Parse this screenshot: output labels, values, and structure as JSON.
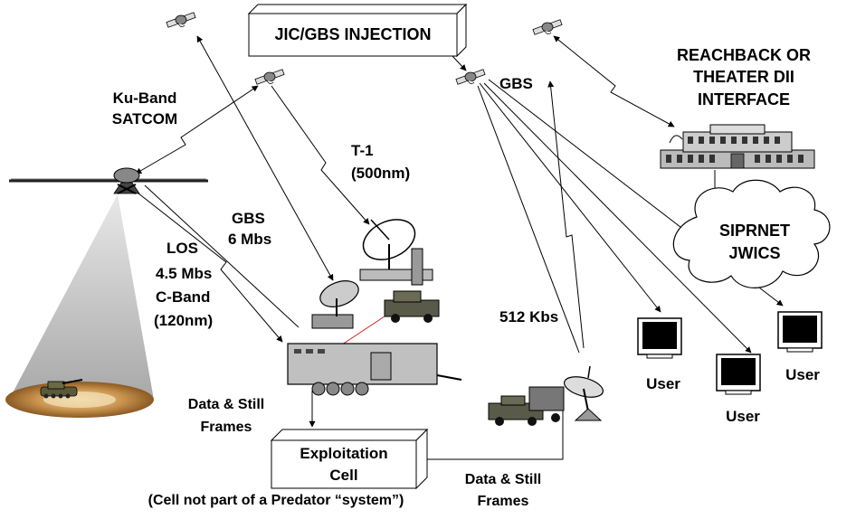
{
  "boxes": {
    "jic_gbs": "JIC/GBS INJECTION",
    "exploitation_1": "Exploitation",
    "exploitation_2": "Cell"
  },
  "labels": {
    "ku_band_1": "Ku-Band",
    "ku_band_2": "SATCOM",
    "gbs_top": "GBS",
    "reachback_1": "REACHBACK OR",
    "reachback_2": "THEATER DII",
    "reachback_3": "INTERFACE",
    "t1_1": "T-1",
    "t1_2": "(500nm)",
    "gbs_6_1": "GBS",
    "gbs_6_2": "6 Mbs",
    "los_1": "LOS",
    "los_2": "4.5 Mbs",
    "los_3": "C-Band",
    "los_4": "(120nm)",
    "kbs_512": "512 Kbs",
    "siprnet_1": "SIPRNET",
    "siprnet_2": "JWICS",
    "user_1": "User",
    "user_2": "User",
    "user_3": "User",
    "data_still_left_1": "Data & Still",
    "data_still_left_2": "Frames",
    "data_still_right_1": "Data & Still",
    "data_still_right_2": "Frames",
    "footnote": "(Cell not part of a Predator “system”)"
  },
  "colors": {
    "ground_cone": "#c8c8c8",
    "ground_ring": "#b07a3c",
    "laser_line": "#d81e1e",
    "trailer_body": "#c0c0c0"
  },
  "icons": [
    "satellite-icon",
    "predator-uav-icon",
    "tank-icon",
    "satellite-dish-icon",
    "humvee-icon",
    "trailer-icon",
    "building-icon",
    "cloud-icon",
    "monitor-icon"
  ]
}
